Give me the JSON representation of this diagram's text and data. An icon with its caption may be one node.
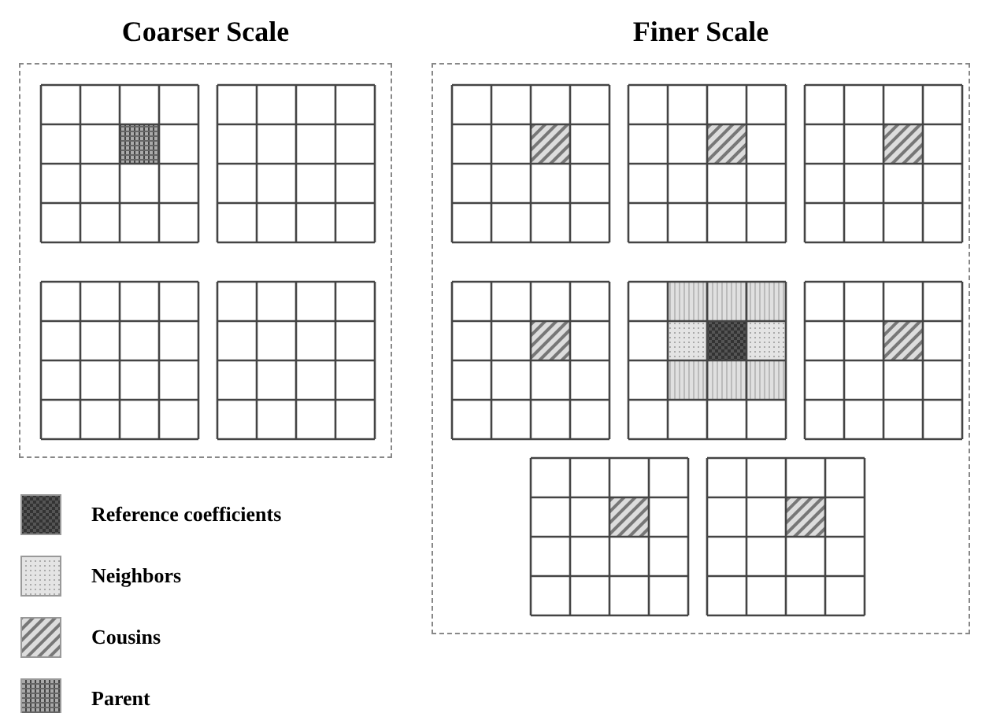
{
  "diagram": {
    "nodes": [
      {
        "text": [
          "Coarser Scale"
        ]
      },
      {
        "text": [
          "Finer Scale"
        ]
      }
    ],
    "legend": [
      {
        "text": "Reference coefficients"
      },
      {
        "text": "Neighbors"
      },
      {
        "text": "Cousins"
      },
      {
        "text": "Parent"
      }
    ]
  }
}
